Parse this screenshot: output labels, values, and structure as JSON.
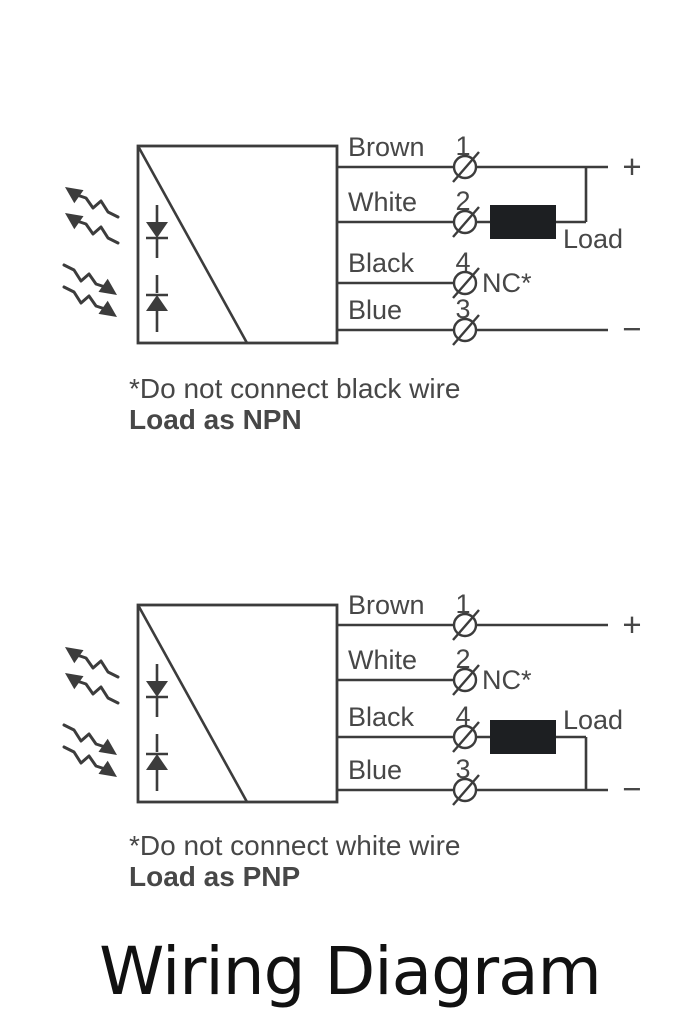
{
  "title": "Wiring Diagram",
  "colors": {
    "background": "#ffffff",
    "line": "#3c3c3c",
    "text": "#474747",
    "load_fill": "#1d1f22",
    "title_color": "#111111"
  },
  "diagrams": [
    {
      "type_label": "NPN",
      "wires": [
        {
          "label": "Brown",
          "terminal": "1"
        },
        {
          "label": "White",
          "terminal": "2"
        },
        {
          "label": "Black",
          "terminal": "4"
        },
        {
          "label": "Blue",
          "terminal": "3"
        }
      ],
      "positive_label": "+",
      "negative_label": "−",
      "nc_label": "NC*",
      "load_label": "Load",
      "note": "*Do not connect black wire",
      "note_bold": "Load as NPN"
    },
    {
      "type_label": "PNP",
      "wires": [
        {
          "label": "Brown",
          "terminal": "1"
        },
        {
          "label": "White",
          "terminal": "2"
        },
        {
          "label": "Black",
          "terminal": "4"
        },
        {
          "label": "Blue",
          "terminal": "3"
        }
      ],
      "positive_label": "+",
      "negative_label": "−",
      "nc_label": "NC*",
      "load_label": "Load",
      "note": "*Do not connect white wire",
      "note_bold": "Load as PNP"
    }
  ]
}
